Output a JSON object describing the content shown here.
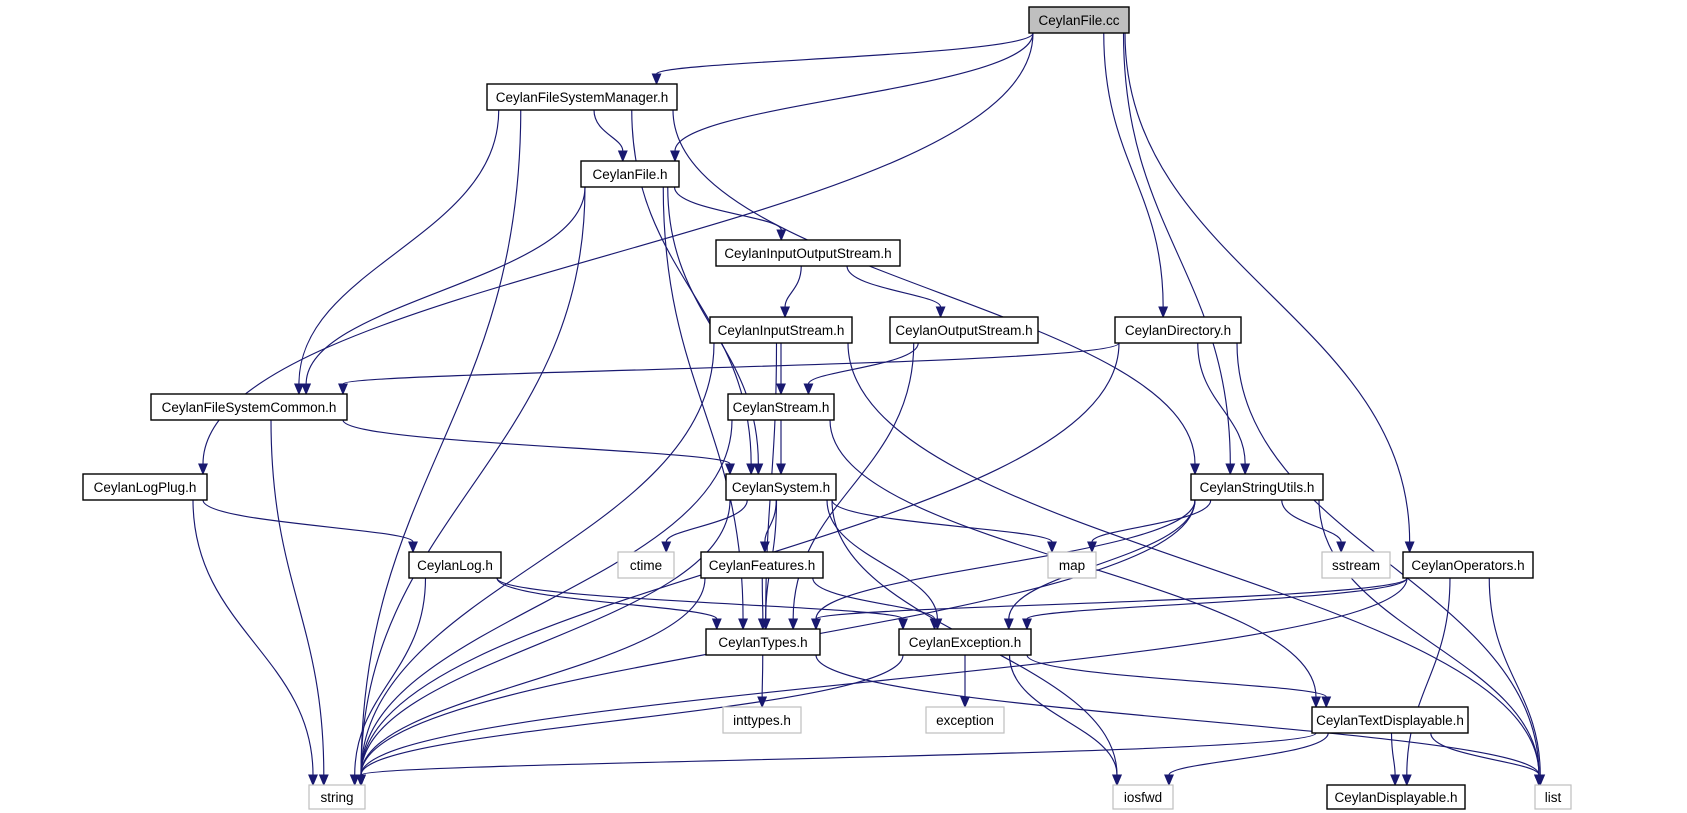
{
  "graph": {
    "title": "CeylanFile.cc",
    "colors": {
      "edge": "#191970",
      "root_fill": "#bfbfbf",
      "external_border": "#bfbfbf"
    },
    "nodes": [
      {
        "id": "root",
        "label": "CeylanFile.cc",
        "kind": "root"
      },
      {
        "id": "fsm",
        "label": "CeylanFileSystemManager.h",
        "kind": "header"
      },
      {
        "id": "file",
        "label": "CeylanFile.h",
        "kind": "header"
      },
      {
        "id": "ios",
        "label": "CeylanInputOutputStream.h",
        "kind": "header"
      },
      {
        "id": "ins",
        "label": "CeylanInputStream.h",
        "kind": "header"
      },
      {
        "id": "outs",
        "label": "CeylanOutputStream.h",
        "kind": "header"
      },
      {
        "id": "dir",
        "label": "CeylanDirectory.h",
        "kind": "header"
      },
      {
        "id": "fscommon",
        "label": "CeylanFileSystemCommon.h",
        "kind": "header"
      },
      {
        "id": "stream",
        "label": "CeylanStream.h",
        "kind": "header"
      },
      {
        "id": "logplug",
        "label": "CeylanLogPlug.h",
        "kind": "header"
      },
      {
        "id": "system",
        "label": "CeylanSystem.h",
        "kind": "header"
      },
      {
        "id": "strutil",
        "label": "CeylanStringUtils.h",
        "kind": "header"
      },
      {
        "id": "log",
        "label": "CeylanLog.h",
        "kind": "header"
      },
      {
        "id": "ctime",
        "label": "ctime",
        "kind": "external"
      },
      {
        "id": "features",
        "label": "CeylanFeatures.h",
        "kind": "header"
      },
      {
        "id": "map",
        "label": "map",
        "kind": "external"
      },
      {
        "id": "sstream",
        "label": "sstream",
        "kind": "external"
      },
      {
        "id": "ops",
        "label": "CeylanOperators.h",
        "kind": "header"
      },
      {
        "id": "types",
        "label": "CeylanTypes.h",
        "kind": "header"
      },
      {
        "id": "exc",
        "label": "CeylanException.h",
        "kind": "header"
      },
      {
        "id": "inttypes",
        "label": "inttypes.h",
        "kind": "external"
      },
      {
        "id": "exception",
        "label": "exception",
        "kind": "external"
      },
      {
        "id": "textdisp",
        "label": "CeylanTextDisplayable.h",
        "kind": "header"
      },
      {
        "id": "string",
        "label": "string",
        "kind": "external"
      },
      {
        "id": "iosfwd",
        "label": "iosfwd",
        "kind": "external"
      },
      {
        "id": "disp",
        "label": "CeylanDisplayable.h",
        "kind": "header"
      },
      {
        "id": "list",
        "label": "list",
        "kind": "external"
      }
    ],
    "edges": [
      [
        "root",
        "fsm"
      ],
      [
        "root",
        "file"
      ],
      [
        "root",
        "dir"
      ],
      [
        "root",
        "strutil"
      ],
      [
        "root",
        "logplug"
      ],
      [
        "root",
        "ops"
      ],
      [
        "fsm",
        "file"
      ],
      [
        "fsm",
        "fscommon"
      ],
      [
        "fsm",
        "system"
      ],
      [
        "fsm",
        "strutil"
      ],
      [
        "fsm",
        "string"
      ],
      [
        "file",
        "ios"
      ],
      [
        "file",
        "fscommon"
      ],
      [
        "file",
        "system"
      ],
      [
        "file",
        "types"
      ],
      [
        "file",
        "string"
      ],
      [
        "ios",
        "ins"
      ],
      [
        "ios",
        "outs"
      ],
      [
        "ins",
        "stream"
      ],
      [
        "ins",
        "types"
      ],
      [
        "ins",
        "string"
      ],
      [
        "ins",
        "list"
      ],
      [
        "outs",
        "stream"
      ],
      [
        "outs",
        "types"
      ],
      [
        "dir",
        "fscommon"
      ],
      [
        "dir",
        "strutil"
      ],
      [
        "dir",
        "string"
      ],
      [
        "dir",
        "list"
      ],
      [
        "fscommon",
        "system"
      ],
      [
        "fscommon",
        "string"
      ],
      [
        "stream",
        "system"
      ],
      [
        "stream",
        "textdisp"
      ],
      [
        "stream",
        "string"
      ],
      [
        "logplug",
        "log"
      ],
      [
        "logplug",
        "string"
      ],
      [
        "system",
        "ctime"
      ],
      [
        "system",
        "features"
      ],
      [
        "system",
        "map"
      ],
      [
        "system",
        "types"
      ],
      [
        "system",
        "exc"
      ],
      [
        "system",
        "iosfwd"
      ],
      [
        "system",
        "string"
      ],
      [
        "strutil",
        "map"
      ],
      [
        "strutil",
        "sstream"
      ],
      [
        "strutil",
        "types"
      ],
      [
        "strutil",
        "exc"
      ],
      [
        "strutil",
        "string"
      ],
      [
        "strutil",
        "list"
      ],
      [
        "log",
        "types"
      ],
      [
        "log",
        "exc"
      ],
      [
        "log",
        "string"
      ],
      [
        "features",
        "types"
      ],
      [
        "features",
        "exc"
      ],
      [
        "features",
        "string"
      ],
      [
        "ops",
        "types"
      ],
      [
        "ops",
        "exc"
      ],
      [
        "ops",
        "disp"
      ],
      [
        "ops",
        "list"
      ],
      [
        "ops",
        "string"
      ],
      [
        "types",
        "inttypes"
      ],
      [
        "types",
        "list"
      ],
      [
        "exc",
        "exception"
      ],
      [
        "exc",
        "textdisp"
      ],
      [
        "exc",
        "iosfwd"
      ],
      [
        "exc",
        "string"
      ],
      [
        "textdisp",
        "disp"
      ],
      [
        "textdisp",
        "list"
      ],
      [
        "textdisp",
        "iosfwd"
      ],
      [
        "textdisp",
        "string"
      ]
    ]
  }
}
